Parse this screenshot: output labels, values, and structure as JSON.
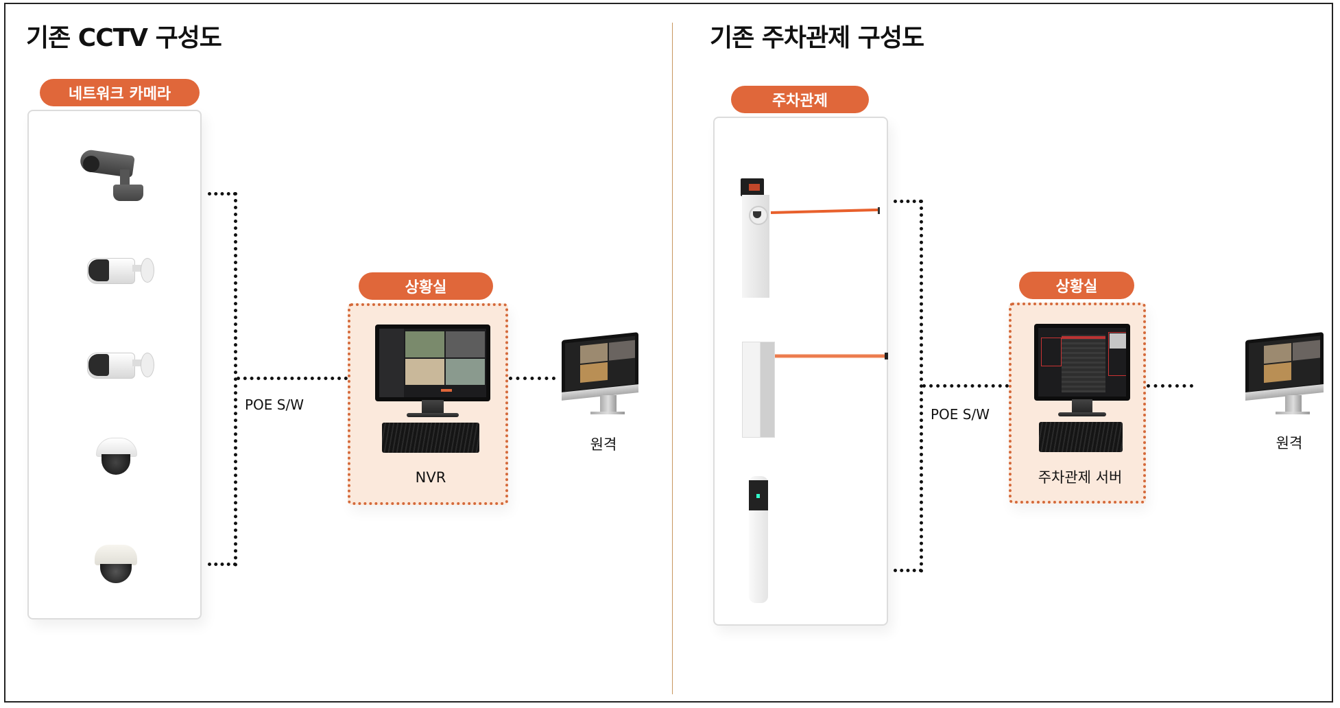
{
  "left_section": {
    "title": "기존 CCTV 구성도",
    "camera_group_label": "네트워크 카메라",
    "cameras": [
      {
        "type": "bullet-camera-dark"
      },
      {
        "type": "bullet-camera-white"
      },
      {
        "type": "bullet-camera-white"
      },
      {
        "type": "dome-camera"
      },
      {
        "type": "dome-camera-indoor"
      }
    ],
    "switch_label": "POE S/W",
    "control_room_label": "상황실",
    "server_label": "NVR",
    "remote_label": "원격"
  },
  "right_section": {
    "title": "기존 주차관제 구성도",
    "device_group_label": "주차관제",
    "devices": [
      {
        "type": "lpr-barrier-gate"
      },
      {
        "type": "barrier-gate"
      },
      {
        "type": "lpr-pole-camera"
      }
    ],
    "switch_label": "POE S/W",
    "control_room_label": "상황실",
    "server_label": "주차관제 서버",
    "remote_label": "원격"
  },
  "colors": {
    "accent": "#e0673a",
    "room_bg": "#fbe9dc",
    "room_border": "#d4693a",
    "divider": "#c8965f",
    "connector": "#111111",
    "barrier_arm": "#e8602c"
  }
}
